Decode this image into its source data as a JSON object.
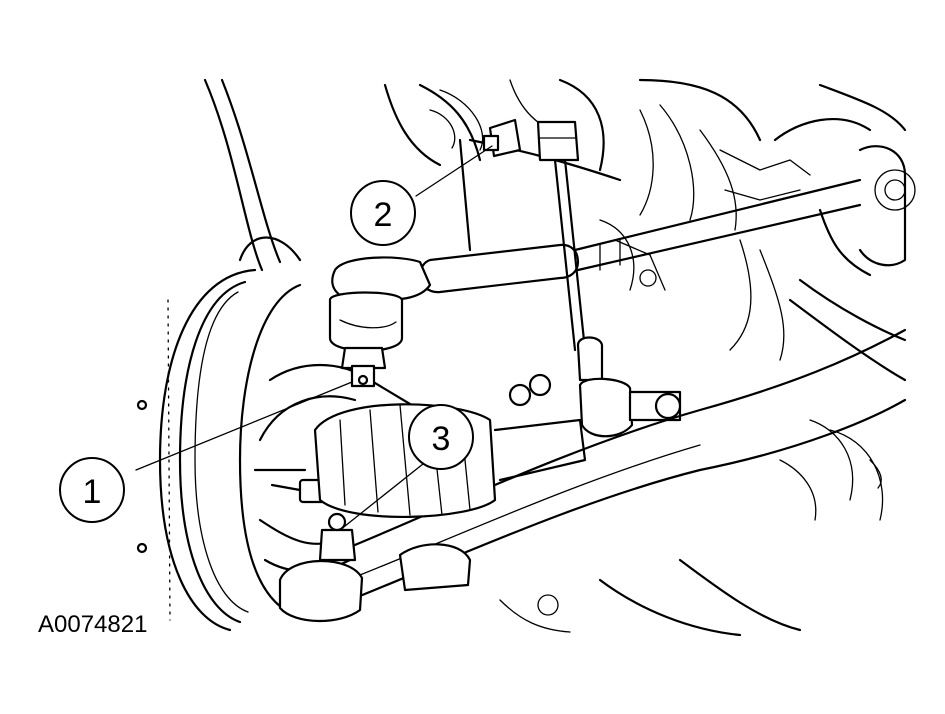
{
  "figure": {
    "id_label": "A0074821",
    "callouts": [
      "1",
      "2",
      "3"
    ],
    "colors": {
      "line": "#000000",
      "background": "#ffffff"
    }
  }
}
